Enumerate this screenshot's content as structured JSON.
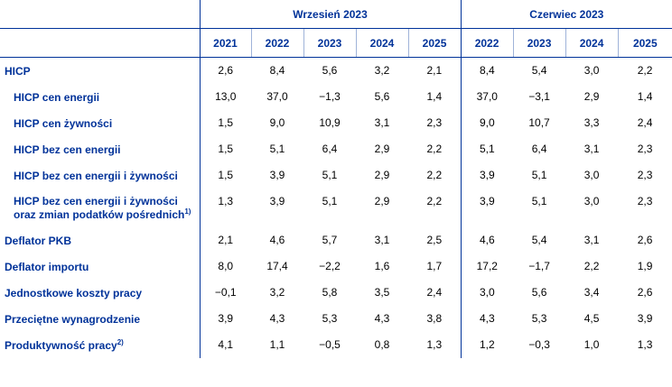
{
  "header": {
    "group_sep": "Wrzesień 2023",
    "group_jun": "Czerwiec 2023",
    "years_sep": [
      "2021",
      "2022",
      "2023",
      "2024",
      "2025"
    ],
    "years_jun": [
      "2022",
      "2023",
      "2024",
      "2025"
    ]
  },
  "rows": [
    {
      "label": "HICP",
      "sup": "",
      "sep": [
        "2,6",
        "8,4",
        "5,6",
        "3,2",
        "2,1"
      ],
      "jun": [
        "8,4",
        "5,4",
        "3,0",
        "2,2"
      ]
    },
    {
      "label": "HICP cen energii",
      "sup": "",
      "sep": [
        "13,0",
        "37,0",
        "−1,3",
        "5,6",
        "1,4"
      ],
      "jun": [
        "37,0",
        "−3,1",
        "2,9",
        "1,4"
      ]
    },
    {
      "label": "HICP cen żywności",
      "sup": "",
      "sep": [
        "1,5",
        "9,0",
        "10,9",
        "3,1",
        "2,3"
      ],
      "jun": [
        "9,0",
        "10,7",
        "3,3",
        "2,4"
      ]
    },
    {
      "label": "HICP bez cen energii",
      "sup": "",
      "sep": [
        "1,5",
        "5,1",
        "6,4",
        "2,9",
        "2,2"
      ],
      "jun": [
        "5,1",
        "6,4",
        "3,1",
        "2,3"
      ]
    },
    {
      "label": "HICP bez cen energii i żywności",
      "sup": "",
      "sep": [
        "1,5",
        "3,9",
        "5,1",
        "2,9",
        "2,2"
      ],
      "jun": [
        "3,9",
        "5,1",
        "3,0",
        "2,3"
      ]
    },
    {
      "label": "HICP bez cen energii i żywności oraz zmian podatków pośrednich",
      "sup": "1)",
      "sep": [
        "1,3",
        "3,9",
        "5,1",
        "2,9",
        "2,2"
      ],
      "jun": [
        "3,9",
        "5,1",
        "3,0",
        "2,3"
      ]
    },
    {
      "label": "Deflator PKB",
      "sup": "",
      "sep": [
        "2,1",
        "4,6",
        "5,7",
        "3,1",
        "2,5"
      ],
      "jun": [
        "4,6",
        "5,4",
        "3,1",
        "2,6"
      ]
    },
    {
      "label": "Deflator importu",
      "sup": "",
      "sep": [
        "8,0",
        "17,4",
        "−2,2",
        "1,6",
        "1,7"
      ],
      "jun": [
        "17,2",
        "−1,7",
        "2,2",
        "1,9"
      ]
    },
    {
      "label": "Jednostkowe koszty pracy",
      "sup": "",
      "sep": [
        "−0,1",
        "3,2",
        "5,8",
        "3,5",
        "2,4"
      ],
      "jun": [
        "3,0",
        "5,6",
        "3,4",
        "2,6"
      ]
    },
    {
      "label": "Przeciętne wynagrodzenie",
      "sup": "",
      "sep": [
        "3,9",
        "4,3",
        "5,3",
        "4,3",
        "3,8"
      ],
      "jun": [
        "4,3",
        "5,3",
        "4,5",
        "3,9"
      ]
    },
    {
      "label": "Produktywność pracy",
      "sup": "2)",
      "sep": [
        "4,1",
        "1,1",
        "−0,5",
        "0,8",
        "1,3"
      ],
      "jun": [
        "1,2",
        "−0,3",
        "1,0",
        "1,3"
      ]
    }
  ]
}
